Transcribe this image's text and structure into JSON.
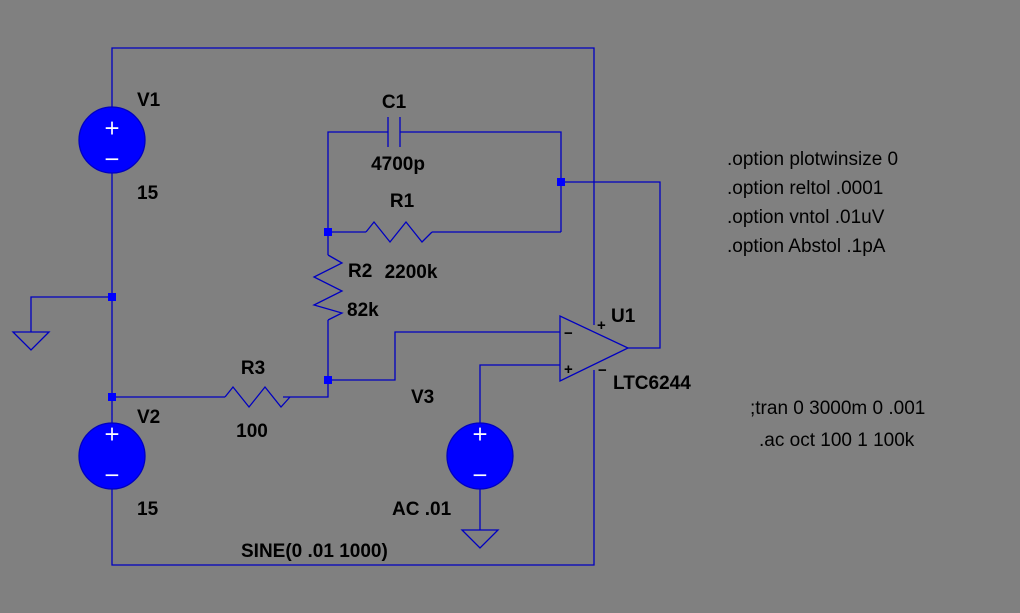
{
  "colors": {
    "background": "#808080",
    "wire": "#0000c0",
    "component_fill": "#0000ff",
    "text": "#000000"
  },
  "components": {
    "v1": {
      "name": "V1",
      "value": "15"
    },
    "v2": {
      "name": "V2",
      "value": "15"
    },
    "v3": {
      "name": "V3",
      "value": "AC .01",
      "transient": "SINE(0 .01 1000)"
    },
    "c1": {
      "name": "C1",
      "value": "4700p"
    },
    "r1": {
      "name": "R1",
      "value": "2200k"
    },
    "r2": {
      "name": "R2",
      "value": "82k"
    },
    "r3": {
      "name": "R3",
      "value": "100"
    },
    "u1": {
      "name": "U1",
      "value": "LTC6244"
    }
  },
  "symbols": {
    "plus": "+",
    "minus": "−"
  },
  "icons": {
    "ground": "ground-icon"
  },
  "directives": {
    "options": [
      ".option plotwinsize 0",
      ".option reltol .0001",
      ".option vntol .01uV",
      ".option Abstol .1pA"
    ],
    "tran": ";tran 0 3000m 0 .001",
    "ac": ".ac oct 100 1 100k"
  }
}
